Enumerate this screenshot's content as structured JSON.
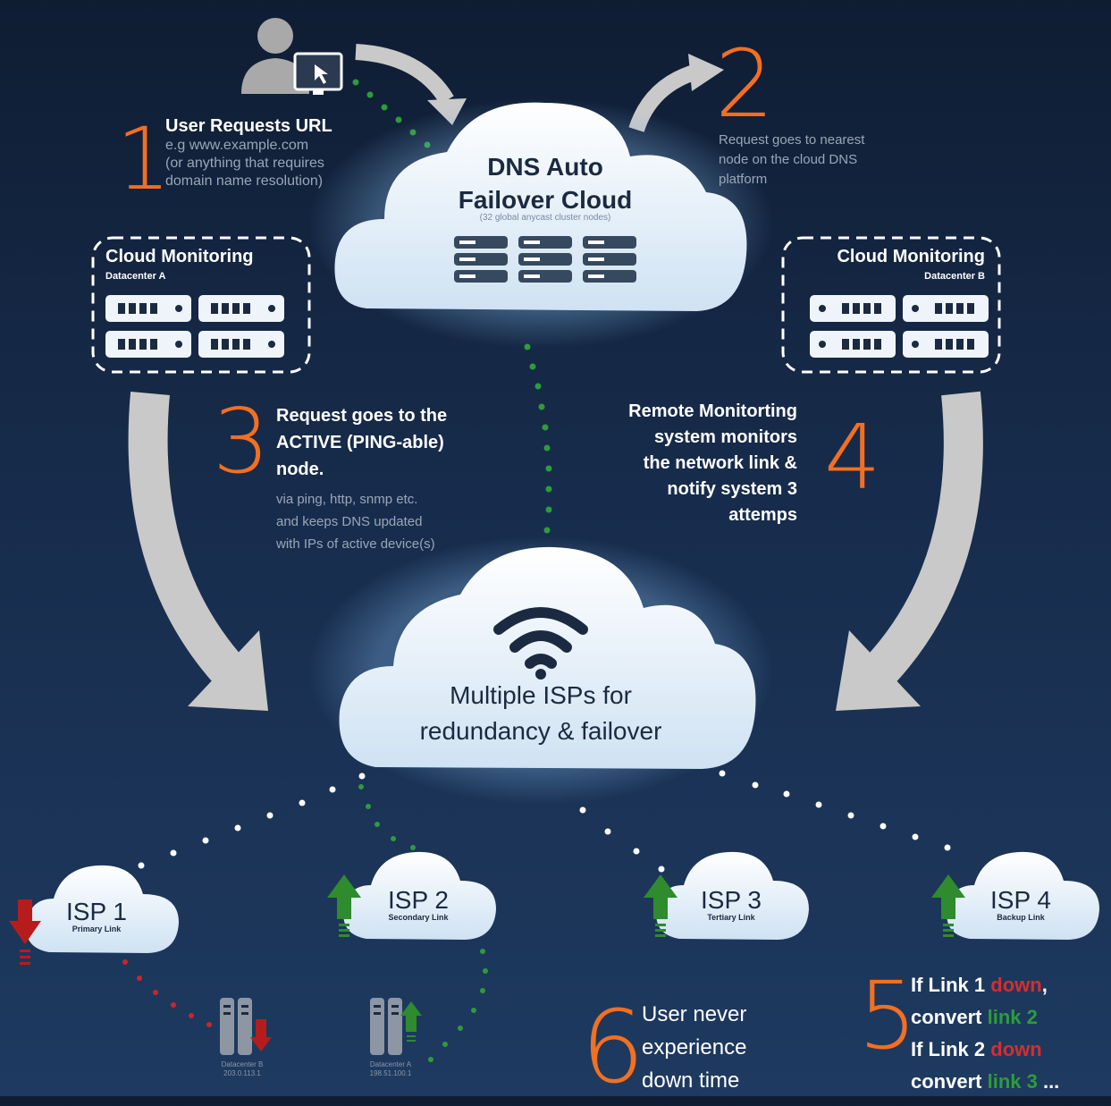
{
  "colors": {
    "accent": "#f36f21",
    "up": "#2e8b2e",
    "down": "#b71c1c",
    "cloud": "#eaf3fb",
    "arrow": "#c9c9c9"
  },
  "step1": {
    "num": "1",
    "title": "User Requests URL",
    "line1": "e.g www.example.com",
    "line2": "(or anything that requires",
    "line3": "domain name resolution)"
  },
  "step2": {
    "num": "2",
    "line1": "Request goes to nearest",
    "line2": "node on the cloud DNS",
    "line3": "platform"
  },
  "dns_cloud": {
    "line1": "DNS Auto",
    "line2": "Failover Cloud",
    "sub": "(32 global anycast cluster nodes)",
    "icon": "server-rack-icon"
  },
  "monitor_a": {
    "title": "Cloud Monitoring",
    "sub": "Datacenter A"
  },
  "monitor_b": {
    "title": "Cloud Monitoring",
    "sub": "Datacenter B"
  },
  "step3": {
    "num": "3",
    "line1": "Request goes to the",
    "line2": "ACTIVE (PING-able)",
    "line3": "node.",
    "sub1": "via ping, http, snmp etc.",
    "sub2": "and keeps DNS updated",
    "sub3": "with IPs of active device(s)"
  },
  "step4": {
    "num": "4",
    "line1": "Remote Monitorting",
    "line2": "system monitors",
    "line3": "the network link &",
    "line4": "notify system 3",
    "line5": "attemps"
  },
  "isp_cloud": {
    "line1": "Multiple ISPs for",
    "line2": "redundancy & failover",
    "icon": "wifi-icon"
  },
  "isps": [
    {
      "name": "ISP 1",
      "label": "Primary Link",
      "status": "down"
    },
    {
      "name": "ISP 2",
      "label": "Secondary Link",
      "status": "up"
    },
    {
      "name": "ISP 3",
      "label": "Tertiary Link",
      "status": "up"
    },
    {
      "name": "ISP 4",
      "label": "Backup Link",
      "status": "up"
    }
  ],
  "datacenters": [
    {
      "name": "Datacenter B",
      "ip": "203.0.113.1",
      "status": "down"
    },
    {
      "name": "Datacenter A",
      "ip": "198.51.100.1",
      "status": "up"
    }
  ],
  "step5": {
    "num": "5",
    "p1": "If Link 1 ",
    "w1": "down",
    "p2": ",",
    "p3": "convert ",
    "w2": "link 2",
    "p4": "If Link 2 ",
    "w3": "down",
    "p5": "convert ",
    "w4": "link 3",
    "p6": " ..."
  },
  "step6": {
    "num": "6",
    "line1": "User never",
    "line2": "experience",
    "line3": "down time"
  }
}
